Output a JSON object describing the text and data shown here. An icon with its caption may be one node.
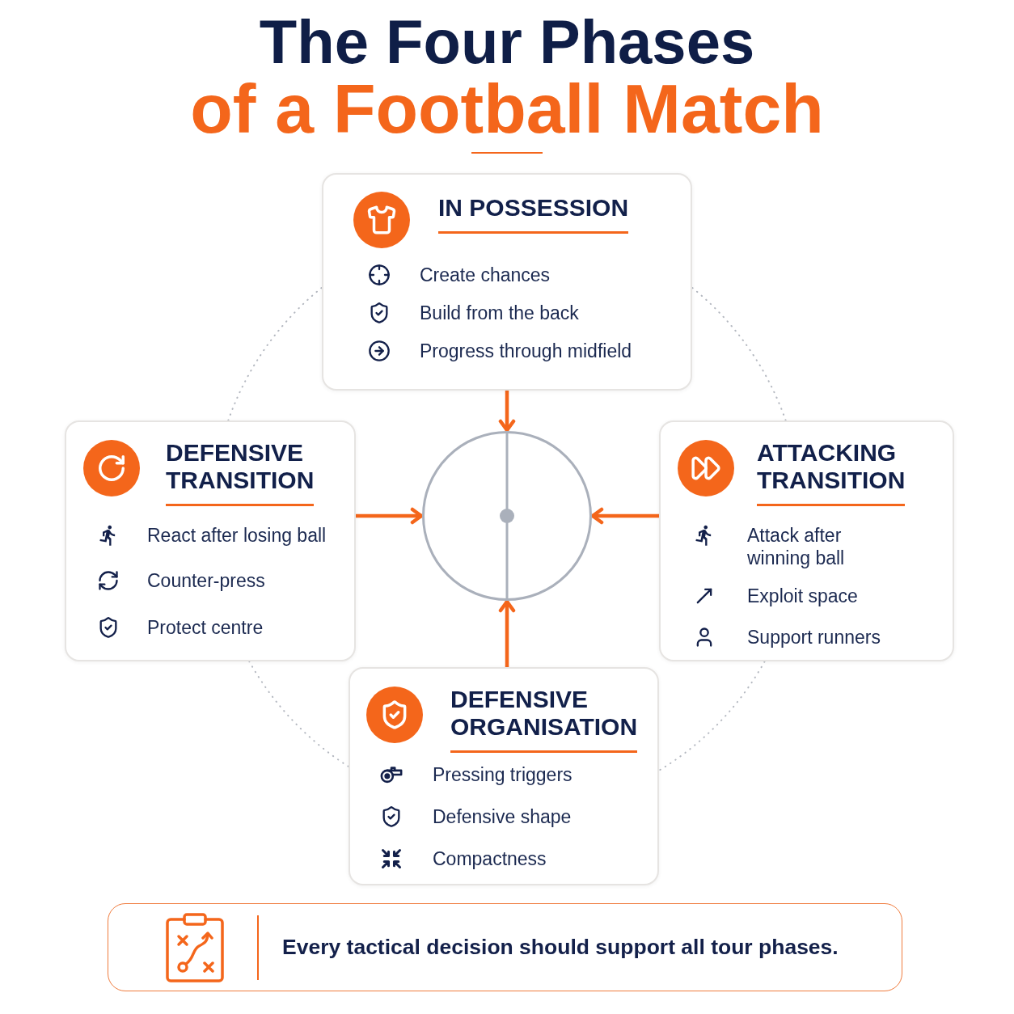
{
  "diagram": {
    "title": "The Four Phases of a Football Match",
    "nodes": [
      {
        "text": [
          "IN POSSESSION",
          "Create chances",
          "Build from the back",
          "Progress through midfield"
        ]
      },
      {
        "text": [
          "DEFENSIVE TRANSITION",
          "React after losing ball",
          "Counter-press",
          "Protect centre"
        ]
      },
      {
        "text": [],
        "shape": "circle"
      },
      {
        "text": [
          "ATTACKING TRANSITION",
          "Attack after winning ball",
          "Exploit space",
          "Support runners"
        ]
      },
      {
        "text": [
          "DEFENSIVE ORGANISATION",
          "Pressing triggers",
          "Defensive shape",
          "Compactness"
        ]
      },
      {
        "text": [
          "Every tactical decision should support all tour phases."
        ]
      }
    ],
    "edges": [
      {
        "from": 0,
        "to": 2,
        "arrow": "to",
        "style": "thick"
      },
      {
        "from": 1,
        "to": 2,
        "arrow": "to",
        "style": "thick"
      },
      {
        "from": 3,
        "to": 2,
        "arrow": "to",
        "style": "thick"
      },
      {
        "from": 4,
        "to": 2,
        "arrow": "to",
        "style": "thick"
      },
      {
        "from": 0,
        "to": 3,
        "arrow": "none",
        "style": "dashed",
        "color": "#b4b8c0"
      },
      {
        "from": 3,
        "to": 4,
        "arrow": "none",
        "style": "dashed",
        "color": "#b4b8c0"
      },
      {
        "from": 4,
        "to": 1,
        "arrow": "none",
        "style": "dashed",
        "color": "#b4b8c0"
      },
      {
        "from": 1,
        "to": 0,
        "arrow": "none",
        "style": "dashed",
        "color": "#b4b8c0"
      }
    ]
  }
}
